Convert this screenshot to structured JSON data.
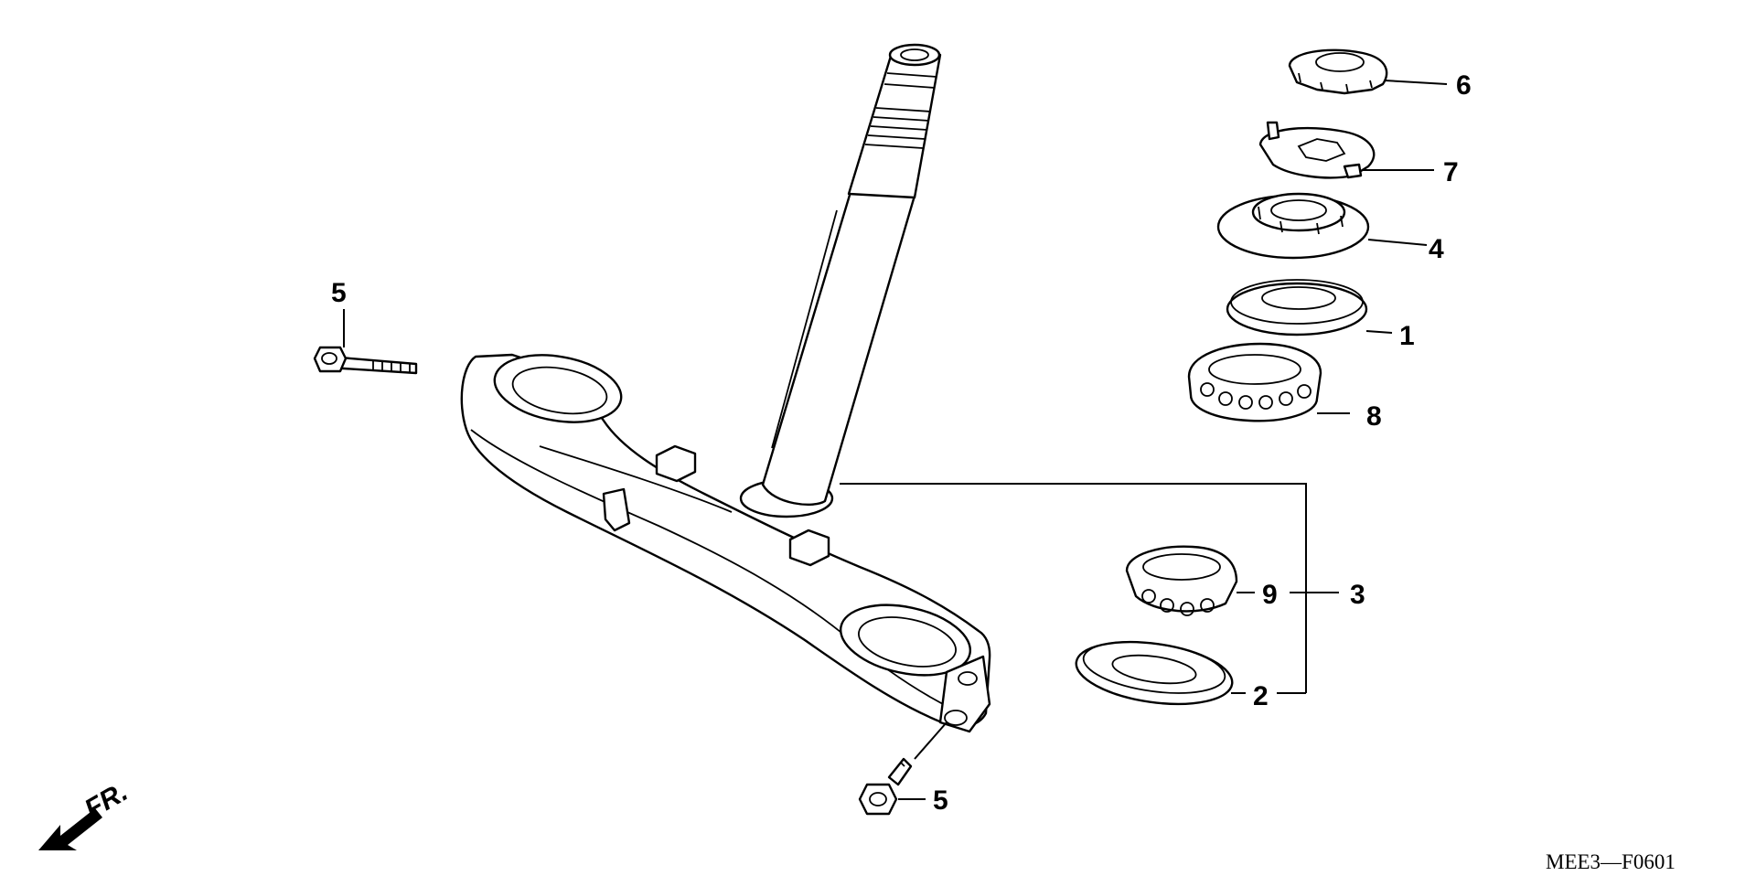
{
  "callouts": {
    "c1": "1",
    "c2": "2",
    "c3": "3",
    "c4": "4",
    "c5_left": "5",
    "c5_bottom": "5",
    "c6": "6",
    "c7": "7",
    "c8": "8",
    "c9": "9"
  },
  "direction_label": "FR.",
  "diagram_code": "MEE3—F0601",
  "colors": {
    "line": "#000000",
    "background": "#ffffff"
  }
}
